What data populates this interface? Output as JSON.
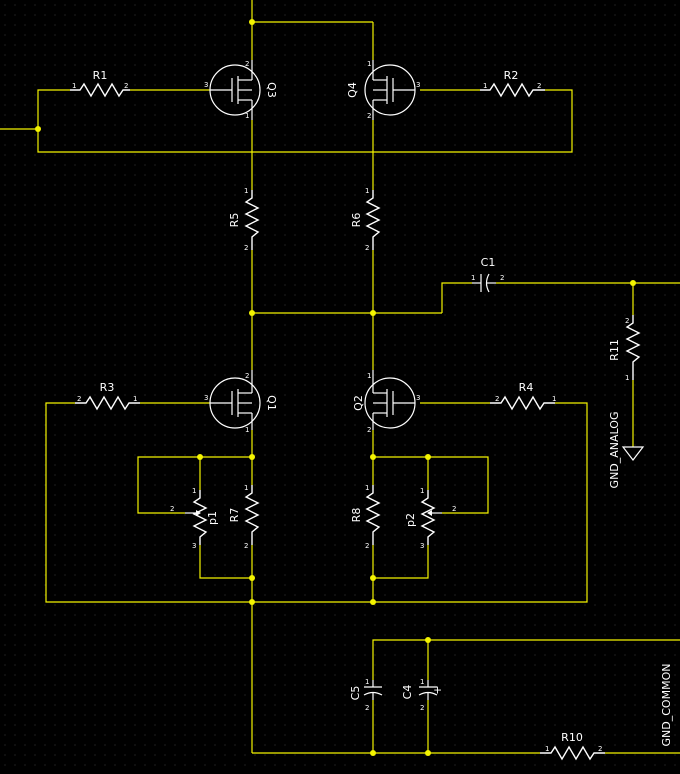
{
  "colors": {
    "background": "#000000",
    "grid": "#3a3a3a",
    "wire": "#f4f400",
    "component": "#ffffff"
  },
  "transistors": {
    "q1": "Q1",
    "q2": "Q2",
    "q3": "Q3",
    "q4": "Q4"
  },
  "resistors": {
    "r1": "R1",
    "r2": "R2",
    "r3": "R3",
    "r4": "R4",
    "r5": "R5",
    "r6": "R6",
    "r7": "R7",
    "r8": "R8",
    "r10": "R10",
    "r11": "R11"
  },
  "potentiometers": {
    "p1": "p1",
    "p2": "p2"
  },
  "capacitors": {
    "c1": "C1",
    "c4": "C4",
    "c5": "C5"
  },
  "nets": {
    "gnd_analog": "GND_ANALOG",
    "gnd_common": "GND_COMMON"
  },
  "pins": {
    "one": "1",
    "two": "2",
    "three": "3",
    "plus": "+"
  }
}
